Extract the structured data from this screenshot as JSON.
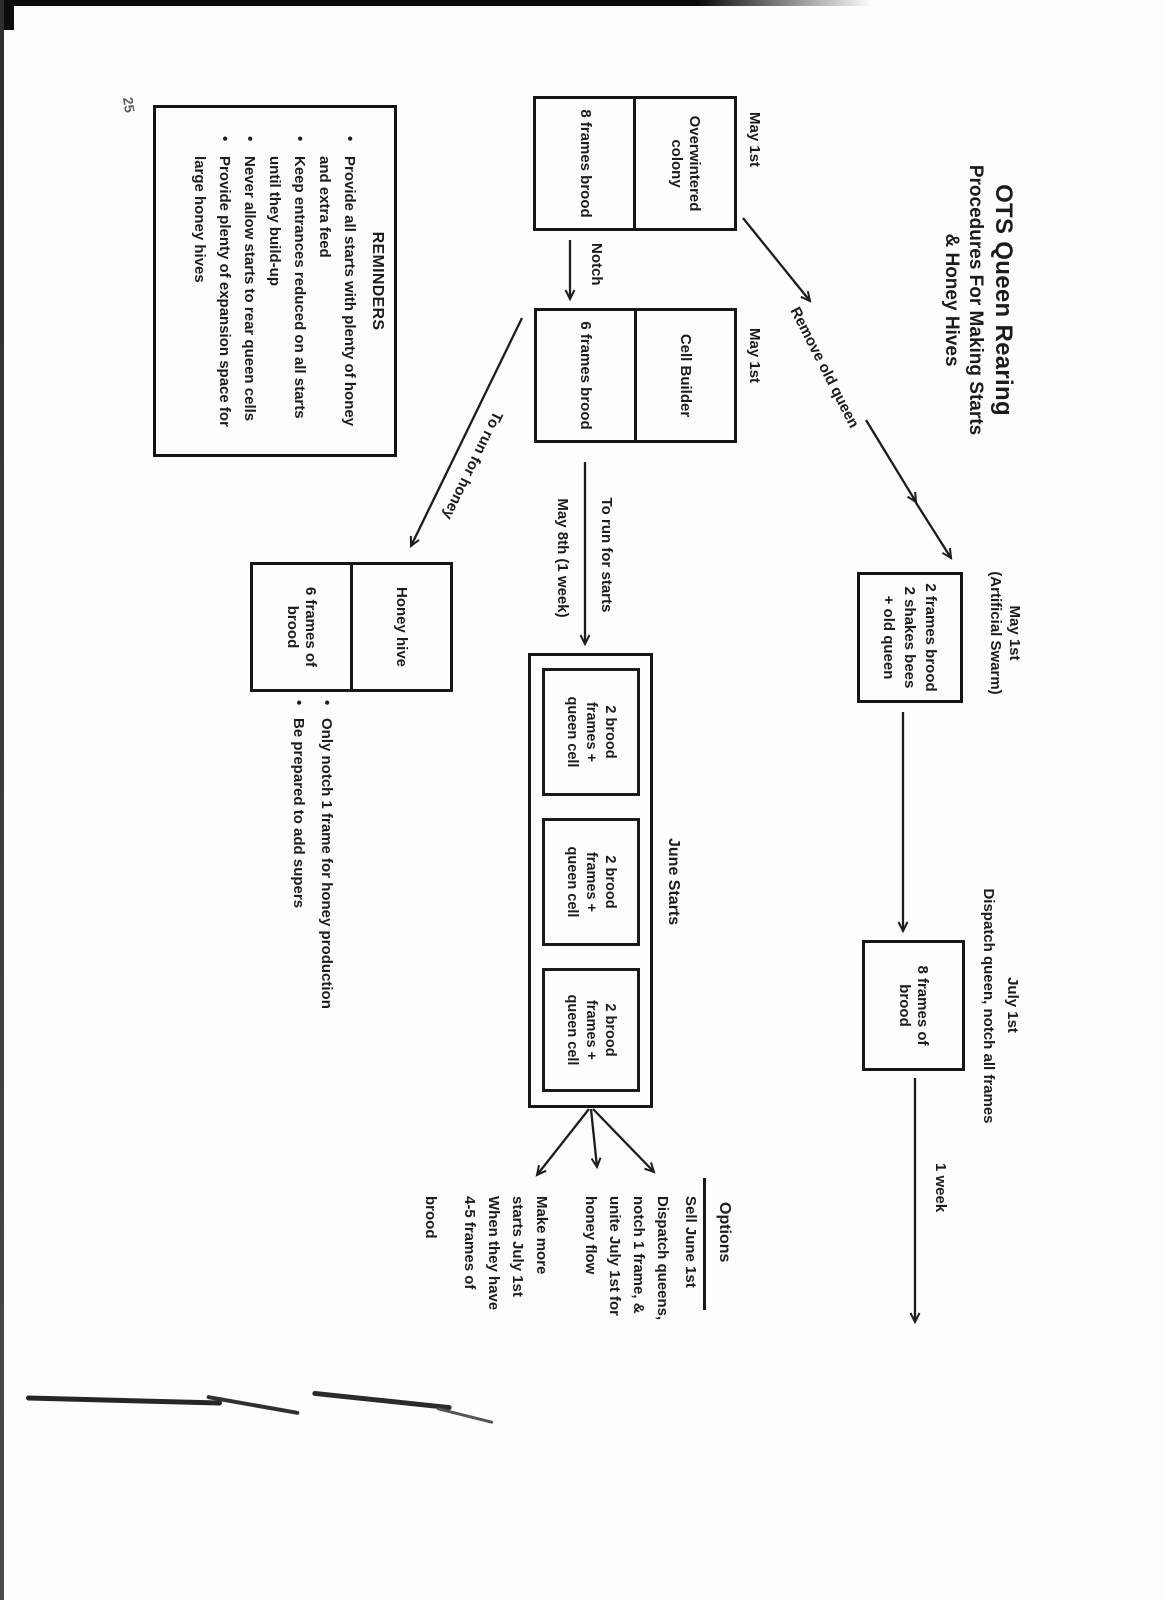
{
  "page_number": "25",
  "bullet_char": "•",
  "title": {
    "line1": "OTS Queen Rearing",
    "line2": "Procedures For Making Starts",
    "line3": "& Honey Hives"
  },
  "overwintered": {
    "date": "May 1st",
    "top": "Overwintered colony",
    "bottom": "8 frames brood"
  },
  "cell_builder": {
    "date": "May 1st",
    "top": "Cell Builder",
    "bottom": "6 frames brood"
  },
  "artificial_swarm": {
    "date": "May 1st",
    "subtitle": "(Artificial Swarm)",
    "line1": "2 frames brood",
    "line2": "2 shakes bees",
    "line3": "+  old queen"
  },
  "eight_frames": {
    "date": "July 1st",
    "note": "Dispatch queen, notch all frames",
    "line1": "8 frames of",
    "line2": "brood"
  },
  "honey_hive": {
    "top": "Honey hive",
    "bottom": "6 frames of brood"
  },
  "arrows": {
    "notch": "Notch",
    "remove_old_queen": "Remove old queen",
    "run_for_starts": "To run for starts",
    "run_for_starts_date": "May 8th (1 week)",
    "run_for_honey": "To run for honey",
    "one_week": "1 week"
  },
  "june_starts": {
    "label": "June Starts",
    "box_line1": "2 brood",
    "box_line2": "frames +",
    "box_line3": "queen cell"
  },
  "options": {
    "header": "Options",
    "option1": "Sell June 1st",
    "option2_lines": [
      "Dispatch queens,",
      "notch 1 frame, &",
      "unite July 1st for",
      "honey flow"
    ],
    "option3_lines": [
      "Make more",
      "starts July 1st",
      "When they have",
      "4-5 frames of",
      "brood"
    ]
  },
  "honey_notes": [
    "Only notch 1 frame for honey production",
    "Be prepared to add supers"
  ],
  "reminders": {
    "header": "REMINDERS",
    "items": [
      "Provide all starts with plenty of honey and extra feed",
      "Keep entrances reduced on all starts until they build-up",
      "Never allow starts to rear queen cells",
      "Provide plenty of expansion space for large honey hives"
    ]
  }
}
